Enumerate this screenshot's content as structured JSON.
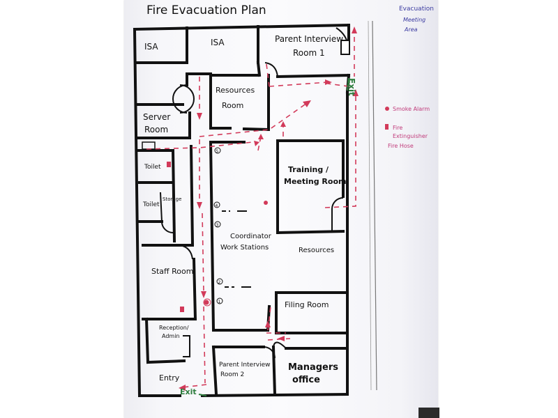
{
  "title": "Fire Evacuation Plan",
  "rooms": {
    "isa_1": "ISA",
    "isa_2": "ISA",
    "parent_interview_1_l1": "Parent Interview",
    "parent_interview_1_l2": "Room 1",
    "resources_room_l1": "Resources",
    "resources_room_l2": "Room",
    "server_room_l1": "Server",
    "server_room_l2": "Room",
    "toilet_1": "Toilet",
    "toilet_2": "Toilet",
    "storage": "Storage",
    "training_l1": "Training /",
    "training_l2": "Meeting Room",
    "coordinator_l1": "Coordinator",
    "coordinator_l2": "Work Stations",
    "resources": "Resources",
    "staff_room_l1": "Staff Room",
    "filing_room": "Filing Room",
    "reception_l1": "Reception/",
    "reception_l2": "Admin",
    "parent_interview_2_l1": "Parent Interview",
    "parent_interview_2_l2": "Room 2",
    "managers_l1": "Managers",
    "managers_l2": "office",
    "entry": "Entry"
  },
  "exits": {
    "exit_east": "Exit",
    "exit_south": "Exit"
  },
  "workstation_numbers": [
    "5",
    "4",
    "3",
    "2",
    "1"
  ],
  "legend": {
    "assembly_l1": "Evacuation",
    "assembly_l2": "Meeting",
    "assembly_l3": "Area",
    "smoke_alarm": "Smoke Alarm",
    "extinguisher_l1": "Fire",
    "extinguisher_l2": "Extinguisher",
    "extinguisher_l3": "Fire Hose"
  },
  "colors": {
    "wall": "#111111",
    "route": "#d23a5a",
    "exit_text": "#2e7d3e",
    "legend_blue": "#3a3aa0",
    "legend_magenta": "#c03a7a"
  }
}
